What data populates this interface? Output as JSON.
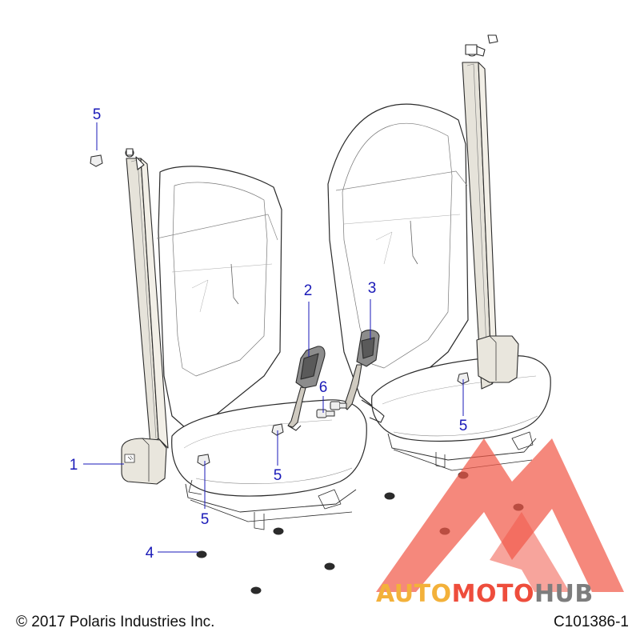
{
  "callouts": [
    {
      "number": "5"
    },
    {
      "number": "2"
    },
    {
      "number": "3"
    },
    {
      "number": "6"
    },
    {
      "number": "1"
    },
    {
      "number": "5"
    },
    {
      "number": "5"
    },
    {
      "number": "5"
    },
    {
      "number": "4"
    }
  ],
  "footer": {
    "copyright": "© 2017 Polaris Industries Inc.",
    "drawing_id": "C101386-1"
  },
  "watermark": {
    "part_a": "AUTO",
    "part_b": "MOTO",
    "part_c": "HUB",
    "colors": {
      "auto": "#f3b13a",
      "moto": "#ee4d3c",
      "hub": "#7d7d7d",
      "logo": "#f15a4a"
    }
  },
  "colors": {
    "callout": "#1a1ab8",
    "line_art": "#2b2b2b",
    "belt_fill": "#e6e3da"
  }
}
